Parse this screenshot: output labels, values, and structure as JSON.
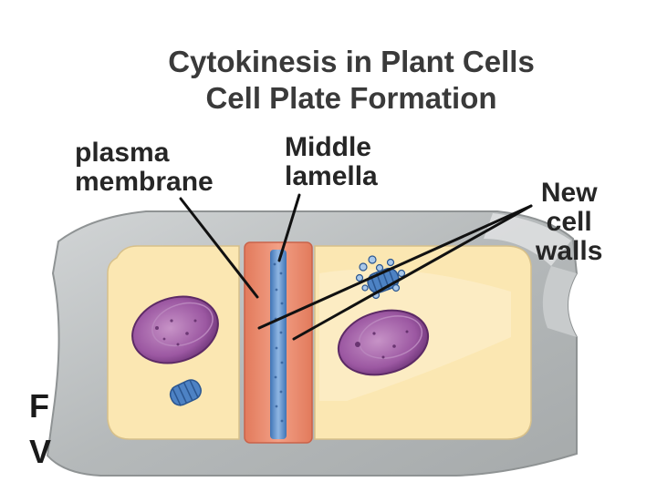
{
  "title": {
    "line1": "Cytokinesis in Plant Cells",
    "line2": "Cell Plate Formation"
  },
  "labels": {
    "plasma_membrane": [
      "plasma",
      "membrane"
    ],
    "middle_lamella": [
      "Middle",
      "lamella"
    ],
    "new_cell_walls": [
      "New",
      "cell",
      "walls"
    ]
  },
  "cutoff_text": {
    "line1": "F",
    "line2": "V"
  },
  "colors": {
    "cell_wall": "#b9bcbd",
    "cytoplasm": "#fbe7b2",
    "cell_plate_outer": "#ec8a6c",
    "middle_lamella": "#5b8ec9",
    "nucleus": "#9c58a2",
    "vesicle": "#6fa0d4"
  },
  "icons": [
    "nucleus-left",
    "nucleus-right",
    "golgi-left",
    "golgi-right",
    "vesicle-cluster"
  ]
}
